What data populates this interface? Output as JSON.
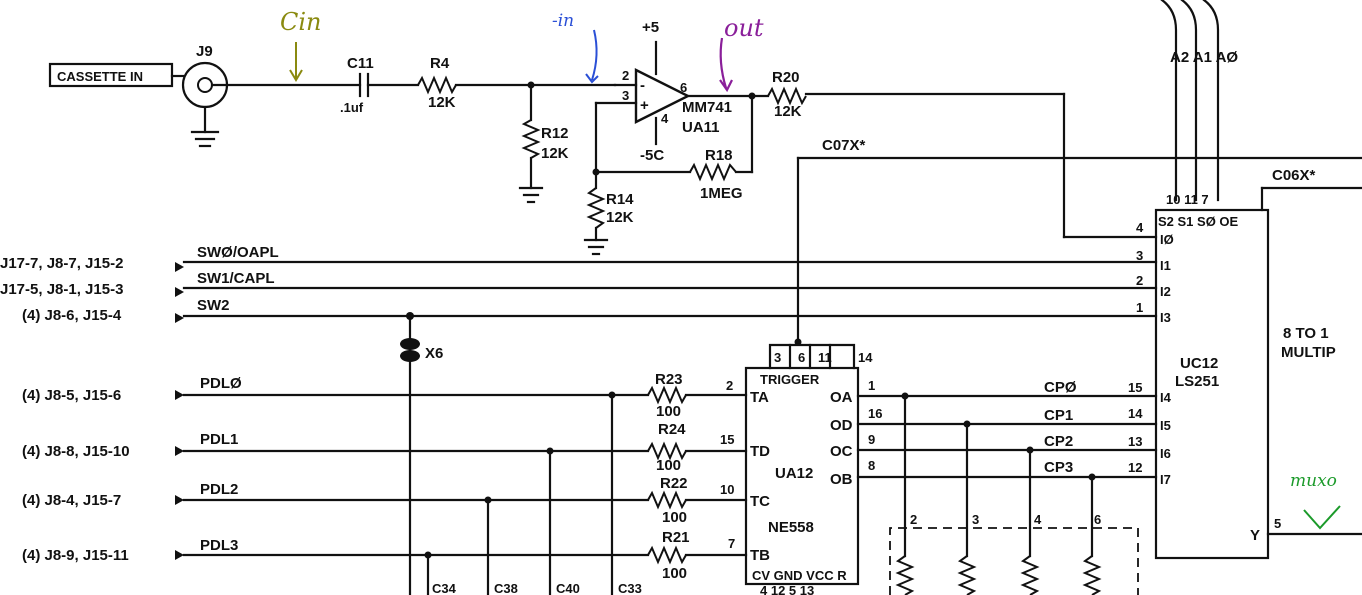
{
  "connector": {
    "box_label": "CASSETTE IN",
    "ref": "J9"
  },
  "c11": {
    "ref": "C11",
    "value": ".1uf"
  },
  "r4": {
    "ref": "R4",
    "value": "12K"
  },
  "r12": {
    "ref": "R12",
    "value": "12K"
  },
  "opamp": {
    "part": "MM741",
    "ref": "UA11",
    "vpos": "+5",
    "vneg": "-5C",
    "pin_inv": "2",
    "pin_noninv": "3",
    "pin_out": "6",
    "pin_vneg": "4",
    "pin_minus_sign": "-",
    "pin_plus_sign": "+"
  },
  "r18": {
    "ref": "R18",
    "value": "1MEG"
  },
  "r14": {
    "ref": "R14",
    "value": "12K"
  },
  "r20": {
    "ref": "R20",
    "value": "12K"
  },
  "nets": {
    "c07": "C07X*",
    "c06": "C06X*"
  },
  "sources": {
    "sw0": {
      "pins": "J17-7, J8-7, J15-2",
      "name": "SWØ/OAPL"
    },
    "sw1": {
      "pins": "J17-5, J8-1, J15-3",
      "name": "SW1/CAPL"
    },
    "sw2": {
      "pins": "(4) J8-6, J15-4",
      "name": "SW2"
    },
    "pdl0": {
      "pins": "(4) J8-5, J15-6",
      "name": "PDLØ"
    },
    "pdl1": {
      "pins": "(4) J8-8, J15-10",
      "name": "PDL1"
    },
    "pdl2": {
      "pins": "(4) J8-4, J15-7",
      "name": "PDL2"
    },
    "pdl3": {
      "pins": "(4) J8-9, J15-11",
      "name": "PDL3"
    }
  },
  "x6": "X6",
  "r23": {
    "ref": "R23",
    "value": "100"
  },
  "r24": {
    "ref": "R24",
    "value": "100"
  },
  "r22": {
    "ref": "R22",
    "value": "100"
  },
  "r21": {
    "ref": "R21",
    "value": "100"
  },
  "timer": {
    "ref": "UA12",
    "part": "NE558",
    "trig": "TRIGGER",
    "top_pins": [
      "3",
      "6",
      "11",
      "14"
    ],
    "in_pins": {
      "ta": "2",
      "td": "15",
      "tc": "10",
      "tb": "7"
    },
    "in_names": {
      "ta": "TA",
      "td": "TD",
      "tc": "TC",
      "tb": "TB"
    },
    "out_pins": {
      "oa": "1",
      "od": "16",
      "oc": "9",
      "ob": "8"
    },
    "out_names": {
      "oa": "OA",
      "od": "OD",
      "oc": "OC",
      "ob": "OB"
    },
    "bottom": "CV GND VCC R",
    "bottom_pins": "4  12  5  13"
  },
  "cp": {
    "cp0": "CPØ",
    "cp1": "CP1",
    "cp2": "CP2",
    "cp3": "CP3"
  },
  "mux": {
    "ref": "UC12",
    "part": "LS251",
    "desc1": "8 TO 1",
    "desc2": "MULTIP",
    "addr": "A2 A1 AØ",
    "sel_pins": "10 11 7",
    "sel_names": "S2 S1 SØ OE",
    "in_pins": [
      "4",
      "3",
      "2",
      "1",
      "15",
      "14",
      "13",
      "12"
    ],
    "in_names": [
      "IØ",
      "I1",
      "I2",
      "I3",
      "I4",
      "I5",
      "I6",
      "I7"
    ],
    "out_name": "Y",
    "out_pin": "5"
  },
  "rnet_pins": [
    "2",
    "3",
    "4",
    "6"
  ],
  "caps_bottom": [
    "C34",
    "C38",
    "C40",
    "C33"
  ],
  "annotations": {
    "cin": "Cin",
    "neg_in": "-in",
    "out": "out",
    "muxo": "muxo"
  }
}
